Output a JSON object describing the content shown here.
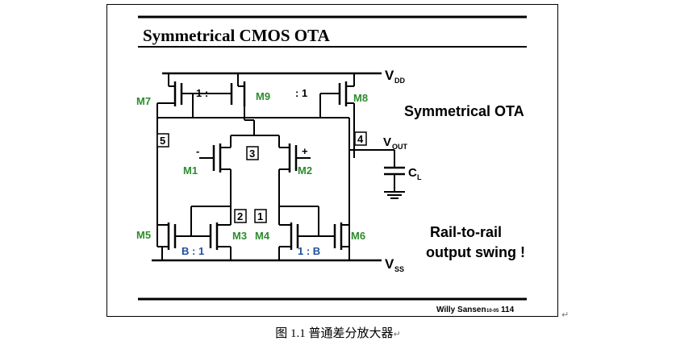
{
  "slide": {
    "title": "Symmetrical CMOS OTA",
    "heading": "Symmetrical OTA",
    "note_line1": "Rail-to-rail",
    "note_line2": "output swing !",
    "footer_author": "Willy Sansen",
    "footer_code": "10-05",
    "footer_page": "114"
  },
  "circuit": {
    "vdd": "V",
    "vdd_sub": "DD",
    "vss": "V",
    "vss_sub": "SS",
    "vout": "V",
    "vout_sub": "OUT",
    "cap": "C",
    "cap_sub": "L",
    "transistors": [
      "M7",
      "M9",
      "M8",
      "M1",
      "M2",
      "M5",
      "M3",
      "M4",
      "M6"
    ],
    "ratio_top_left": "1 :",
    "ratio_top_right": ": 1",
    "ratio_bottom_left": "B : 1",
    "ratio_bottom_right": "1 : B",
    "node_labels": [
      "5",
      "3",
      "4",
      "2",
      "1"
    ],
    "minus_sign": "-",
    "plus_sign": "+"
  },
  "caption": {
    "text": "图 1.1  普通差分放大器"
  },
  "colors": {
    "device_label": "#2e8b2e",
    "ratio_label": "#1f4e9c"
  }
}
